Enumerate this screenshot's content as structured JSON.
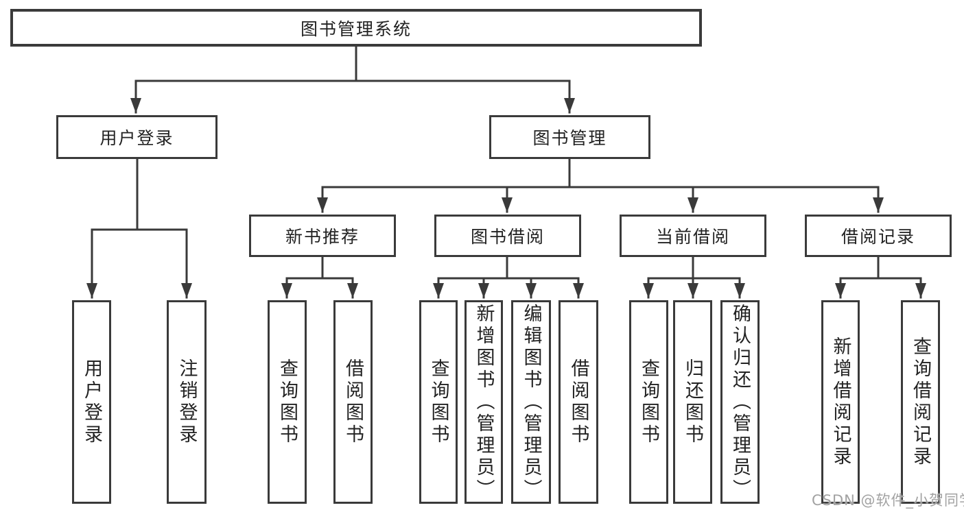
{
  "diagram": {
    "root": {
      "label": "图书管理系统"
    },
    "level2": [
      {
        "label": "用户登录"
      },
      {
        "label": "图书管理"
      }
    ],
    "level3": [
      {
        "label": "新书推荐"
      },
      {
        "label": "图书借阅"
      },
      {
        "label": "当前借阅"
      },
      {
        "label": "借阅记录"
      }
    ],
    "leaves": [
      {
        "label": "用户登录",
        "parent": "用户登录"
      },
      {
        "label": "注销登录",
        "parent": "用户登录"
      },
      {
        "label": "查询图书",
        "parent": "新书推荐"
      },
      {
        "label": "借阅图书",
        "parent": "新书推荐"
      },
      {
        "label": "查询图书",
        "parent": "图书借阅"
      },
      {
        "label": "新增图书（管理员）",
        "parent": "图书借阅"
      },
      {
        "label": "编辑图书（管理员）",
        "parent": "图书借阅"
      },
      {
        "label": "借阅图书",
        "parent": "图书借阅"
      },
      {
        "label": "查询图书",
        "parent": "当前借阅"
      },
      {
        "label": "归还图书",
        "parent": "当前借阅"
      },
      {
        "label": "确认归还（管理员）",
        "parent": "当前借阅"
      },
      {
        "label": "新增借阅记录",
        "parent": "借阅记录"
      },
      {
        "label": "查询借阅记录",
        "parent": "借阅记录"
      }
    ],
    "colors": {
      "line": "#3a3a3a",
      "text": "#222222",
      "watermark": "#a2a2a2",
      "background": "#ffffff"
    },
    "watermark": "CSDN @软件_小贺同学"
  }
}
